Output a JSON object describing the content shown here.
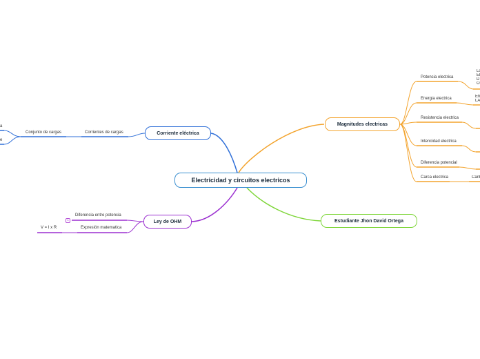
{
  "central": {
    "label": "Electricidad y circuitos electricos",
    "color": "#3a8fd0"
  },
  "magnitudes": {
    "label": "Magnitudes electricas",
    "color": "#f3a32c",
    "items": [
      {
        "label": "Potencia electrica",
        "sub": [
          "Lo",
          "El",
          "D",
          "O"
        ]
      },
      {
        "label": "Energia electrica",
        "sub": [
          "Eh",
          "LA"
        ]
      },
      {
        "label": "Resistencia electrica",
        "sub": []
      },
      {
        "label": "Intencidad electrica",
        "sub": []
      },
      {
        "label": "Diferencia potencial",
        "sub": []
      },
      {
        "label": "Carca electrica",
        "sub": [
          "Cant"
        ]
      }
    ]
  },
  "estudiante": {
    "label": "Estudiante Jhon David Ortega",
    "color": "#7fd63a"
  },
  "corriente": {
    "label": "Corriente eléctrica",
    "color": "#2f6fd8",
    "child": "Corrientes de cargas",
    "grandchild": "Conjunto de cargas",
    "leaves": [
      "a",
      "e"
    ]
  },
  "ohm": {
    "label": "Ley de OHM",
    "color": "#9b2fd0",
    "items": [
      {
        "label": "Diferencia entre potencia",
        "badge": "1"
      },
      {
        "label": "Expresión matematica",
        "child": "V = I x R"
      }
    ]
  }
}
